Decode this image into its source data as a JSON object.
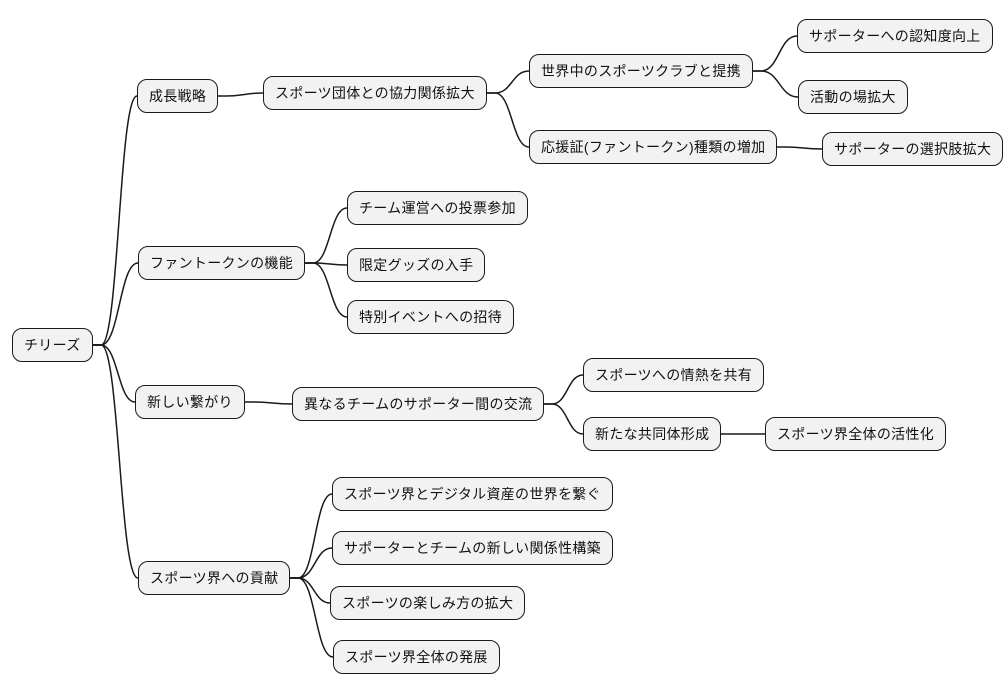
{
  "diagram": {
    "type": "mindmap",
    "background": "#ffffff",
    "node_fill": "#f2f2f2",
    "node_border": "#1a1a1a",
    "edge_color": "#1a1a1a",
    "root_label": "チリーズ"
  },
  "nodes": {
    "root": {
      "label": "チリーズ",
      "level": 0
    },
    "growth": {
      "label": "成長戦略",
      "level": 1
    },
    "sports-orgs": {
      "label": "スポーツ団体との協力関係拡大",
      "level": 2
    },
    "world-clubs": {
      "label": "世界中のスポーツクラブと提携",
      "level": 3
    },
    "recognition": {
      "label": "サポーターへの認知度向上",
      "level": 4
    },
    "activity-expansion": {
      "label": "活動の場拡大",
      "level": 4
    },
    "token-types": {
      "label": "応援証(ファントークン)種類の増加",
      "level": 3
    },
    "supporter-choice": {
      "label": "サポーターの選択肢拡大",
      "level": 4
    },
    "functions": {
      "label": "ファントークンの機能",
      "level": 1
    },
    "voting": {
      "label": "チーム運営への投票参加",
      "level": 2
    },
    "goods": {
      "label": "限定グッズの入手",
      "level": 2
    },
    "events": {
      "label": "特別イベントへの招待",
      "level": 2
    },
    "connections": {
      "label": "新しい繋がり",
      "level": 1
    },
    "supporter-exchange": {
      "label": "異なるチームのサポーター間の交流",
      "level": 2
    },
    "passion": {
      "label": "スポーツへの情熱を共有",
      "level": 3
    },
    "community": {
      "label": "新たな共同体形成",
      "level": 3
    },
    "revitalization": {
      "label": "スポーツ界全体の活性化",
      "level": 4
    },
    "contribution": {
      "label": "スポーツ界への貢献",
      "level": 1
    },
    "bridge": {
      "label": "スポーツ界とデジタル資産の世界を繋ぐ",
      "level": 2
    },
    "new-relationship": {
      "label": "サポーターとチームの新しい関係性構築",
      "level": 2
    },
    "enjoyment": {
      "label": "スポーツの楽しみ方の拡大",
      "level": 2
    },
    "development": {
      "label": "スポーツ界全体の発展",
      "level": 2
    }
  },
  "edges": [
    [
      "root",
      "growth"
    ],
    [
      "root",
      "functions"
    ],
    [
      "root",
      "connections"
    ],
    [
      "root",
      "contribution"
    ],
    [
      "growth",
      "sports-orgs"
    ],
    [
      "sports-orgs",
      "world-clubs"
    ],
    [
      "sports-orgs",
      "token-types"
    ],
    [
      "world-clubs",
      "recognition"
    ],
    [
      "world-clubs",
      "activity-expansion"
    ],
    [
      "token-types",
      "supporter-choice"
    ],
    [
      "functions",
      "voting"
    ],
    [
      "functions",
      "goods"
    ],
    [
      "functions",
      "events"
    ],
    [
      "connections",
      "supporter-exchange"
    ],
    [
      "supporter-exchange",
      "passion"
    ],
    [
      "supporter-exchange",
      "community"
    ],
    [
      "community",
      "revitalization"
    ],
    [
      "contribution",
      "bridge"
    ],
    [
      "contribution",
      "new-relationship"
    ],
    [
      "contribution",
      "enjoyment"
    ],
    [
      "contribution",
      "development"
    ]
  ]
}
